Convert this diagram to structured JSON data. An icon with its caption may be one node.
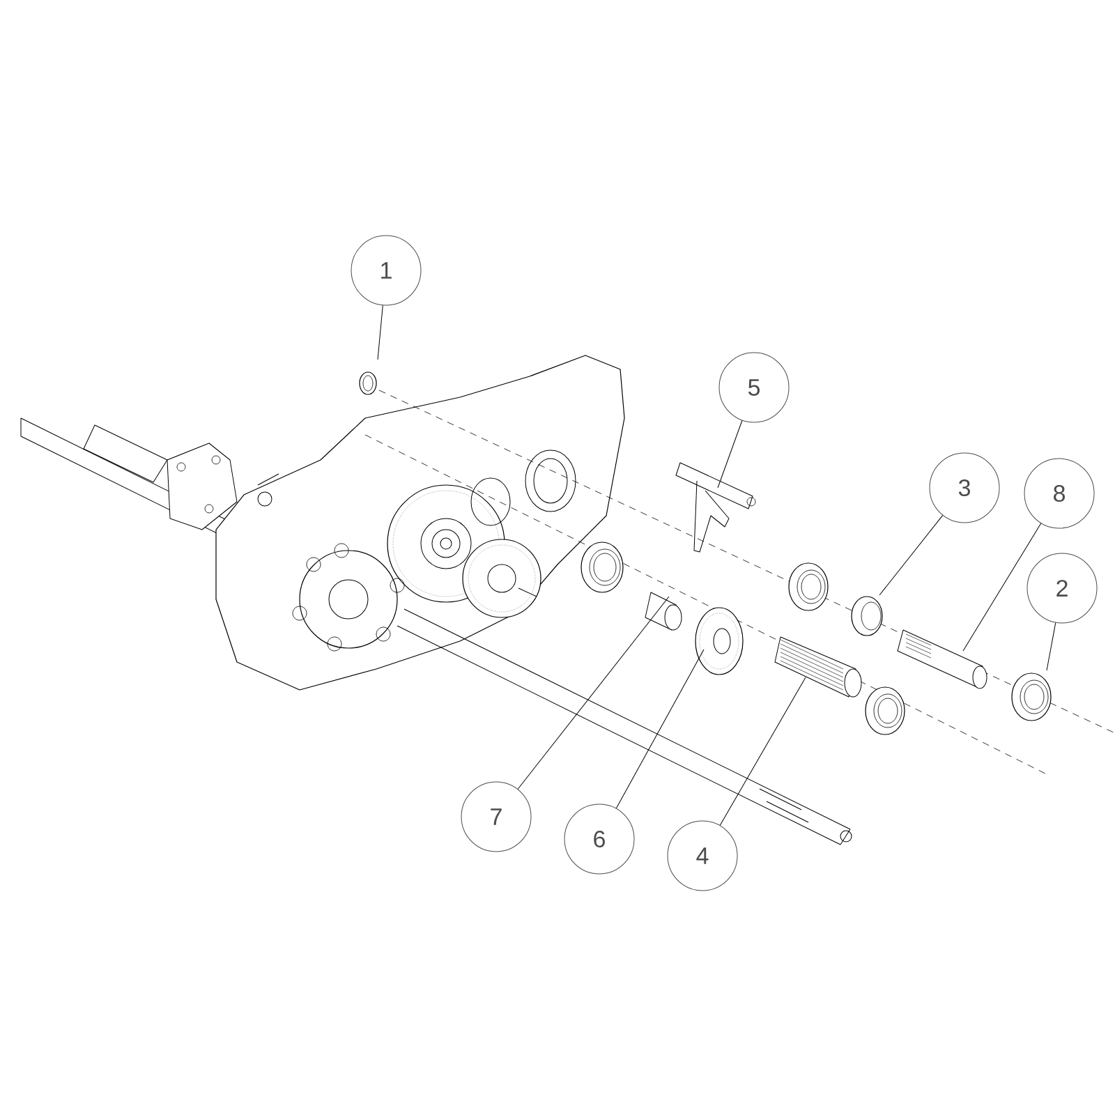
{
  "diagram": {
    "nodes": [
      {
        "text": [
          "1"
        ]
      },
      {
        "text": [
          "5"
        ]
      },
      {
        "text": [
          "3"
        ]
      },
      {
        "text": [
          "8"
        ]
      },
      {
        "text": [
          "2"
        ]
      },
      {
        "text": [
          "7"
        ]
      },
      {
        "text": [
          "6"
        ]
      },
      {
        "text": [
          "4"
        ]
      }
    ],
    "edges": [
      {
        "from": 0,
        "to": null,
        "arrow": "none"
      },
      {
        "from": 1,
        "to": null,
        "arrow": "none"
      },
      {
        "from": 2,
        "to": null,
        "arrow": "none"
      },
      {
        "from": 3,
        "to": null,
        "arrow": "none"
      },
      {
        "from": 4,
        "to": null,
        "arrow": "none"
      },
      {
        "from": 5,
        "to": null,
        "arrow": "none"
      },
      {
        "from": 6,
        "to": null,
        "arrow": "none"
      },
      {
        "from": 7,
        "to": null,
        "arrow": "none"
      }
    ]
  }
}
